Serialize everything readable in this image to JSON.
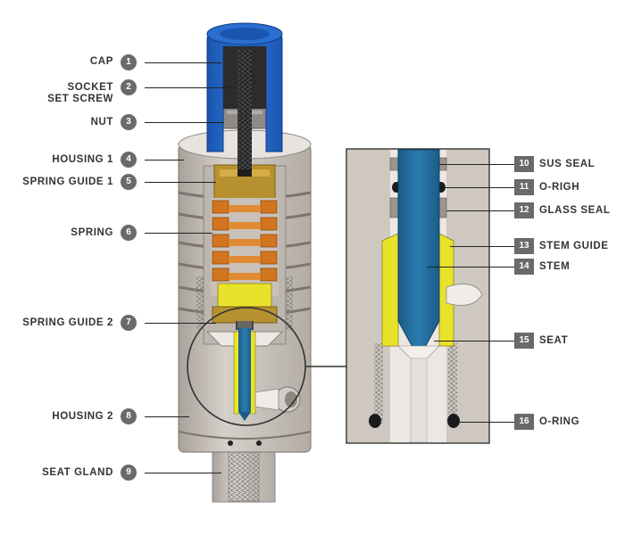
{
  "left_labels": [
    {
      "num": "1",
      "text": "CAP"
    },
    {
      "num": "2",
      "text": "SOCKET\nSET SCREW"
    },
    {
      "num": "3",
      "text": "NUT"
    },
    {
      "num": "4",
      "text": "HOUSING 1"
    },
    {
      "num": "5",
      "text": "SPRING GUIDE 1"
    },
    {
      "num": "6",
      "text": "SPRING"
    },
    {
      "num": "7",
      "text": "SPRING GUIDE 2"
    },
    {
      "num": "8",
      "text": "HOUSING 2"
    },
    {
      "num": "9",
      "text": "SEAT GLAND"
    }
  ],
  "right_labels": [
    {
      "num": "10",
      "text": "SUS SEAL"
    },
    {
      "num": "11",
      "text": "O-RIGH"
    },
    {
      "num": "12",
      "text": "GLASS SEAL"
    },
    {
      "num": "13",
      "text": "STEM GUIDE"
    },
    {
      "num": "14",
      "text": "STEM"
    },
    {
      "num": "15",
      "text": "SEAT"
    },
    {
      "num": "16",
      "text": "O-RING"
    }
  ],
  "colors": {
    "cap": "#1d63c7",
    "cap_light": "#4c8ee0",
    "body": "#c9c3bd",
    "body_dark": "#a39c95",
    "spring": "#d2751e",
    "guide": "#b8912f",
    "stem": "#1f6a9a",
    "stem_guide": "#e9e22b",
    "badge": "#6a6a6a"
  }
}
